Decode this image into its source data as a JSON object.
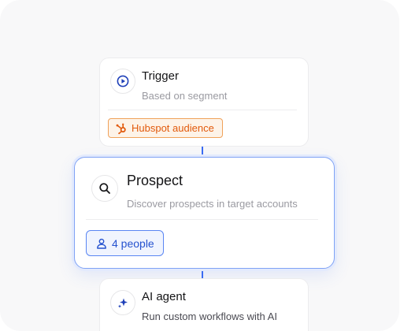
{
  "trigger": {
    "title": "Trigger",
    "subtitle": "Based on segment",
    "icon": "play-circle-icon",
    "badge": {
      "label": "Hubspot audience",
      "icon": "hubspot-icon",
      "color": "#e25a0c"
    }
  },
  "prospect": {
    "title": "Prospect",
    "subtitle": "Discover prospects in target accounts",
    "icon": "search-icon",
    "chip": {
      "label": "4 people",
      "icon": "person-icon"
    },
    "accent": "#3b6cf3"
  },
  "agent": {
    "title": "AI agent",
    "subtitle": "Run custom workflows with AI",
    "icon": "sparkle-icon"
  }
}
